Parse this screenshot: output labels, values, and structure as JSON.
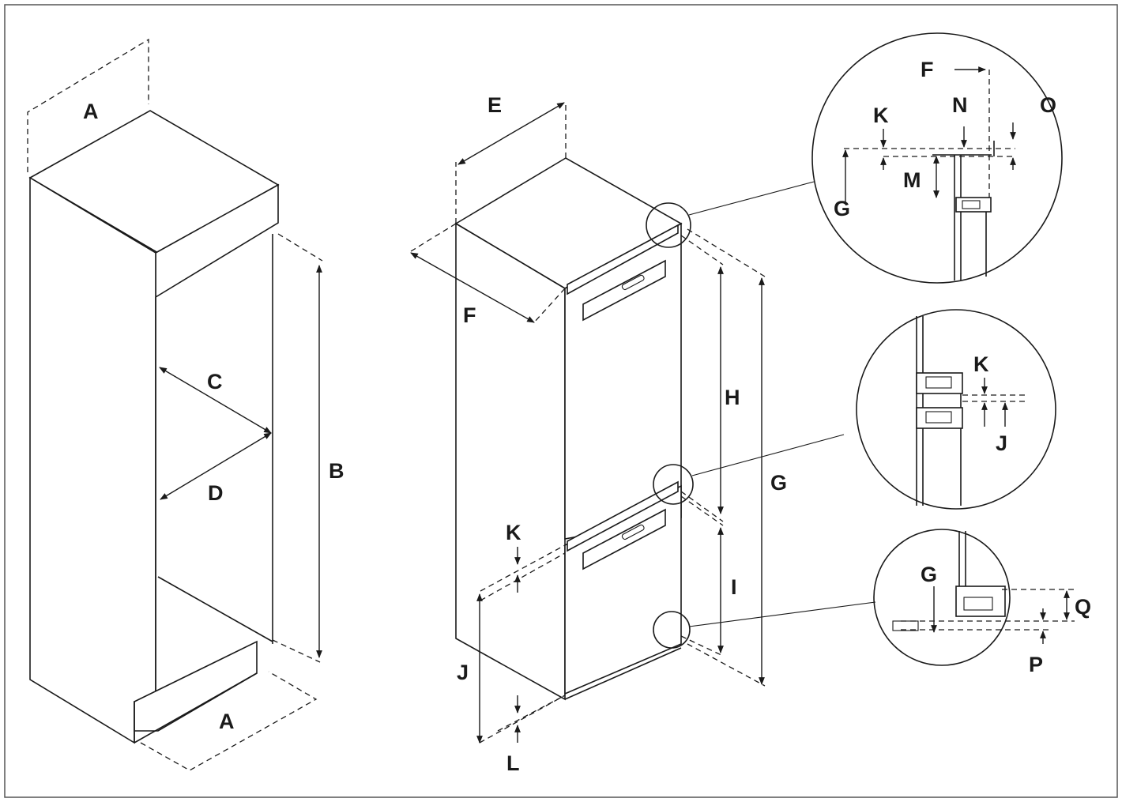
{
  "labels": {
    "a_top": "A",
    "a_bottom": "A",
    "b": "B",
    "c": "C",
    "d": "D",
    "e": "E",
    "f": "F",
    "g": "G",
    "h": "H",
    "i": "I",
    "j": "J",
    "k": "K",
    "l": "L",
    "top_f": "F",
    "top_n": "N",
    "top_o": "O",
    "top_k": "K",
    "top_m": "M",
    "top_g": "G",
    "mid_k": "K",
    "mid_j": "J",
    "bot_g": "G",
    "bot_q": "Q",
    "bot_p": "P"
  }
}
